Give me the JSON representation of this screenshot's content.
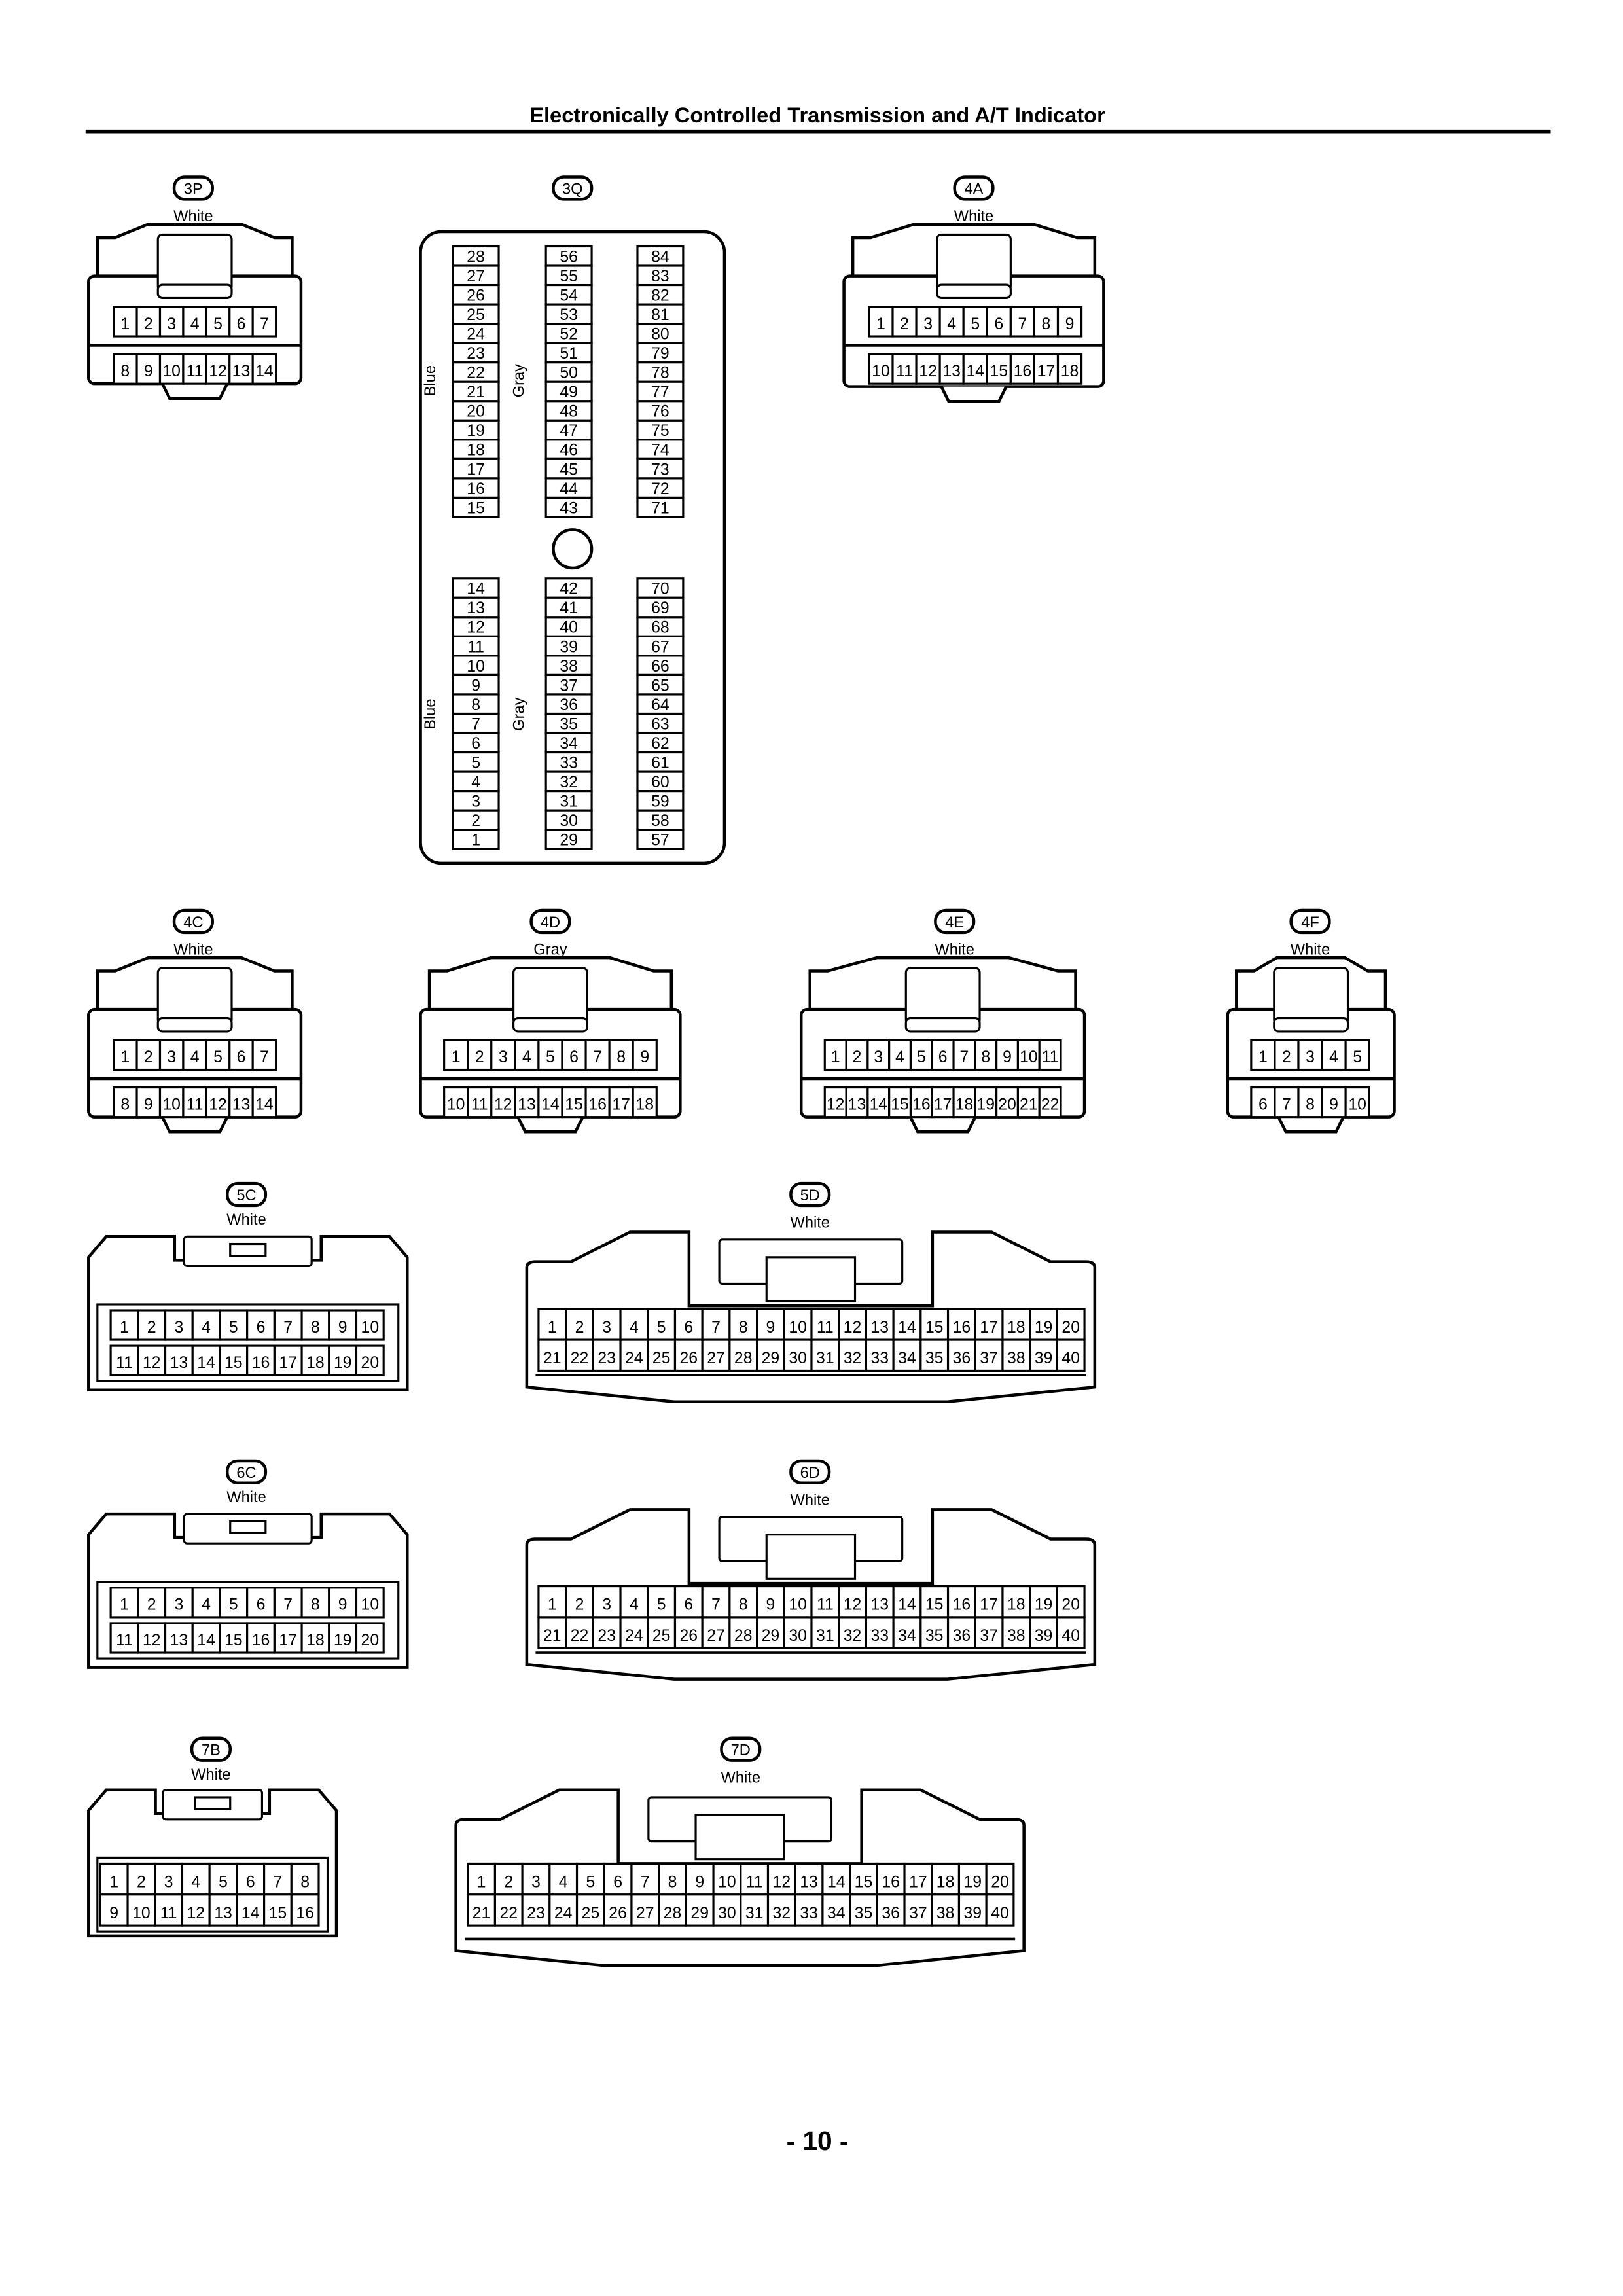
{
  "header": {
    "title": "Electronically Controlled Transmission and A/T Indicator"
  },
  "footer": {
    "page_number": "- 10 -"
  },
  "connectors": [
    {
      "id": "3P",
      "color": "White",
      "rows": [
        [
          1,
          2,
          3,
          4,
          5,
          6,
          7
        ],
        [
          8,
          9,
          10,
          11,
          12,
          13,
          14
        ]
      ]
    },
    {
      "id": "3Q",
      "color_labels": [
        "Blue",
        "Gray",
        "Blue",
        "Gray"
      ],
      "columns_top": [
        [
          28,
          27,
          26,
          25,
          24,
          23,
          22,
          21,
          20,
          19,
          18,
          17,
          16,
          15
        ],
        [
          56,
          55,
          54,
          53,
          52,
          51,
          50,
          49,
          48,
          47,
          46,
          45,
          44,
          43
        ],
        [
          84,
          83,
          82,
          81,
          80,
          79,
          78,
          77,
          76,
          75,
          74,
          73,
          72,
          71
        ]
      ],
      "columns_bottom": [
        [
          14,
          13,
          12,
          11,
          10,
          9,
          8,
          7,
          6,
          5,
          4,
          3,
          2,
          1
        ],
        [
          42,
          41,
          40,
          39,
          38,
          37,
          36,
          35,
          34,
          33,
          32,
          31,
          30,
          29
        ],
        [
          70,
          69,
          68,
          67,
          66,
          65,
          64,
          63,
          62,
          61,
          60,
          59,
          58,
          57
        ]
      ]
    },
    {
      "id": "4A",
      "color": "White",
      "rows": [
        [
          1,
          2,
          3,
          4,
          5,
          6,
          7,
          8,
          9
        ],
        [
          10,
          11,
          12,
          13,
          14,
          15,
          16,
          17,
          18
        ]
      ]
    },
    {
      "id": "4C",
      "color": "White",
      "rows": [
        [
          1,
          2,
          3,
          4,
          5,
          6,
          7
        ],
        [
          8,
          9,
          10,
          11,
          12,
          13,
          14
        ]
      ]
    },
    {
      "id": "4D",
      "color": "Gray",
      "rows": [
        [
          1,
          2,
          3,
          4,
          5,
          6,
          7,
          8,
          9
        ],
        [
          10,
          11,
          12,
          13,
          14,
          15,
          16,
          17,
          18
        ]
      ]
    },
    {
      "id": "4E",
      "color": "White",
      "rows": [
        [
          1,
          2,
          3,
          4,
          5,
          6,
          7,
          8,
          9,
          10,
          11
        ],
        [
          12,
          13,
          14,
          15,
          16,
          17,
          18,
          19,
          20,
          21,
          22
        ]
      ]
    },
    {
      "id": "4F",
      "color": "White",
      "rows": [
        [
          1,
          2,
          3,
          4,
          5
        ],
        [
          6,
          7,
          8,
          9,
          10
        ]
      ]
    },
    {
      "id": "5C",
      "color": "White",
      "rows": [
        [
          1,
          2,
          3,
          4,
          5,
          6,
          7,
          8,
          9,
          10
        ],
        [
          11,
          12,
          13,
          14,
          15,
          16,
          17,
          18,
          19,
          20
        ]
      ]
    },
    {
      "id": "5D",
      "color": "White",
      "rows": [
        [
          1,
          2,
          3,
          4,
          5,
          6,
          7,
          8,
          9,
          10,
          11,
          12,
          13,
          14,
          15,
          16,
          17,
          18,
          19,
          20
        ],
        [
          21,
          22,
          23,
          24,
          25,
          26,
          27,
          28,
          29,
          30,
          31,
          32,
          33,
          34,
          35,
          36,
          37,
          38,
          39,
          40
        ]
      ]
    },
    {
      "id": "6C",
      "color": "White",
      "rows": [
        [
          1,
          2,
          3,
          4,
          5,
          6,
          7,
          8,
          9,
          10
        ],
        [
          11,
          12,
          13,
          14,
          15,
          16,
          17,
          18,
          19,
          20
        ]
      ]
    },
    {
      "id": "6D",
      "color": "White",
      "rows": [
        [
          1,
          2,
          3,
          4,
          5,
          6,
          7,
          8,
          9,
          10,
          11,
          12,
          13,
          14,
          15,
          16,
          17,
          18,
          19,
          20
        ],
        [
          21,
          22,
          23,
          24,
          25,
          26,
          27,
          28,
          29,
          30,
          31,
          32,
          33,
          34,
          35,
          36,
          37,
          38,
          39,
          40
        ]
      ]
    },
    {
      "id": "7B",
      "color": "White",
      "rows": [
        [
          1,
          2,
          3,
          4,
          5,
          6,
          7,
          8
        ],
        [
          9,
          10,
          11,
          12,
          13,
          14,
          15,
          16
        ]
      ]
    },
    {
      "id": "7D",
      "color": "White",
      "rows": [
        [
          1,
          2,
          3,
          4,
          5,
          6,
          7,
          8,
          9,
          10,
          11,
          12,
          13,
          14,
          15,
          16,
          17,
          18,
          19,
          20
        ],
        [
          21,
          22,
          23,
          24,
          25,
          26,
          27,
          28,
          29,
          30,
          31,
          32,
          33,
          34,
          35,
          36,
          37,
          38,
          39,
          40
        ]
      ]
    }
  ]
}
